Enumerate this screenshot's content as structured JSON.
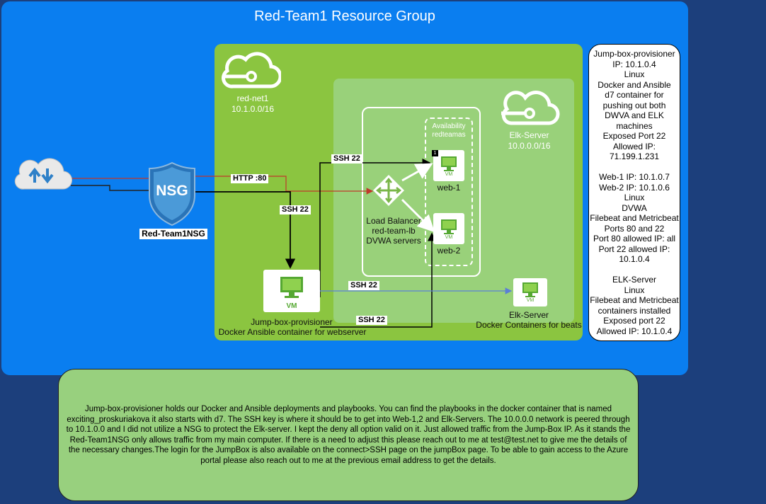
{
  "resource_group": {
    "title": "Red-Team1 Resource Group"
  },
  "vnet": {
    "name": "red-net1",
    "cidr": "10.1.0.0/16"
  },
  "elk_zone": {
    "name": "Elk-Server",
    "cidr": "10.0.0.0/16"
  },
  "nsg": {
    "icon_text": "NSG",
    "label": "Red-Team1NSG"
  },
  "availability_set": {
    "line1": "Availability",
    "line2": "redteamas"
  },
  "load_balancer": {
    "line1": "Load Balancer",
    "line2": "red-team-lb",
    "line3": "DVWA servers"
  },
  "web1": {
    "label": "web-1",
    "badge": "1",
    "vm_text": "VM"
  },
  "web2": {
    "label": "web-2",
    "vm_text": "VM"
  },
  "jump_box": {
    "vm_text": "VM",
    "line1": "Jump-box-provisioner",
    "line2": "Docker Ansible container for webserver"
  },
  "elk_vm": {
    "vm_text": "VM",
    "line1": "Elk-Server",
    "line2": "Docker Containers for beats"
  },
  "edges": {
    "http": "HTTP :80",
    "ssh_nsg": "SSH 22",
    "ssh_web1": "SSH 22",
    "ssh_elk": "SSH 22",
    "ssh_web2": "SSH 22"
  },
  "info": {
    "lines": [
      "Jump-box-provisioner",
      "IP: 10.1.0.4",
      "Linux",
      "Docker and Ansible",
      "d7 container for",
      "pushing out both",
      "DWVA and ELK",
      "machines",
      "Exposed Port 22",
      "Allowed IP:",
      "71.199.1.231",
      "",
      "Web-1 IP: 10.1.0.7",
      "Web-2 IP: 10.1.0.6",
      "Linux",
      "DVWA",
      "Filebeat and Metricbeat",
      "Ports 80 and 22",
      "Port 80 allowed IP: all",
      "Port 22 allowed IP:",
      "10.1.0.4",
      "",
      "ELK-Server",
      "Linux",
      "Filebeat and Metricbeat",
      "containers installed",
      "Exposed port 22",
      "Allowed IP: 10.1.0.4"
    ]
  },
  "note": {
    "text": "Jump-box-provisioner holds our Docker and Ansible deployments and playbooks. You can find the playbooks in the docker container that is named exciting_proskuriakova it also starts with d7. The SSH key is where it should be to get into Web-1,2 and Elk-Servers. The 10.0.0.0 network is peered through to 10.1.0.0 and I did not utilize a NSG to protect the Elk-server. I kept the deny all option valid on it. Just allowed traffic from the Jump-Box IP. As it stands the Red-Team1NSG only allows traffic from my main computer. If there is a need to adjust this please reach out to me at test@test.net to give me the details of the necessary changes.The login for the JumpBox is also available on the connect>SSH page on the jumpBox page. To be able to gain access to the Azure portal please also reach out to me at the previous email address to get the details."
  },
  "colors": {
    "page_bg": "#1c3f7c",
    "resource_group": "#0a7ef0",
    "vnet": "#8bc540",
    "elk_zone": "#99d17a",
    "note_bg": "#98d07e",
    "http_edge": "#c0392b",
    "elk_edge": "#5b7fd6"
  }
}
